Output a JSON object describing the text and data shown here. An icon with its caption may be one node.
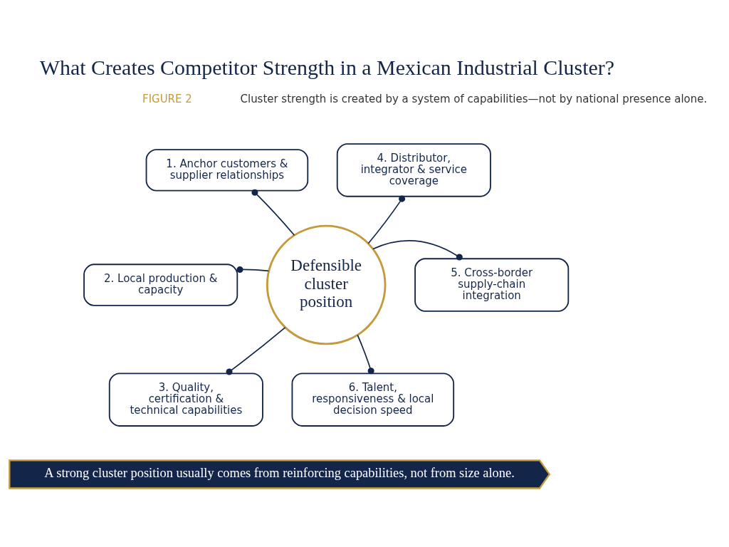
{
  "diagram": {
    "title": "What Creates Competitor Strength in a Mexican Industrial Cluster?",
    "nodes": [
      {
        "text": [
          "1. Anchor customers & supplier relationships"
        ]
      },
      {
        "text": [
          "4. Distributor, integrator & service coverage"
        ]
      },
      {
        "text": [
          "2. Local production & capacity"
        ]
      },
      {
        "text": [
          "Defensible cluster position"
        ]
      },
      {
        "text": [
          "5. Cross-border supply-chain integration"
        ]
      },
      {
        "text": [
          "3. Quality, certification & technical capabilities"
        ]
      },
      {
        "text": [
          "6. Talent, responsiveness & local decision speed"
        ]
      },
      {
        "text": [
          "A strong cluster position usually comes from reinforcing capabilities, not from size alone."
        ]
      }
    ],
    "edges": [
      {
        "from": 0,
        "to": 3,
        "arrow": "other"
      },
      {
        "from": 1,
        "to": 3,
        "arrow": "other"
      },
      {
        "from": 2,
        "to": 3,
        "arrow": "other"
      },
      {
        "from": 4,
        "to": 3,
        "arrow": "other"
      },
      {
        "from": 5,
        "to": 3,
        "arrow": "other"
      },
      {
        "from": 6,
        "to": 3,
        "arrow": "other"
      }
    ],
    "labels": [
      "FIGURE 2",
      "Cluster strength is created by a system of capabilities—not by national presence alone."
    ]
  }
}
